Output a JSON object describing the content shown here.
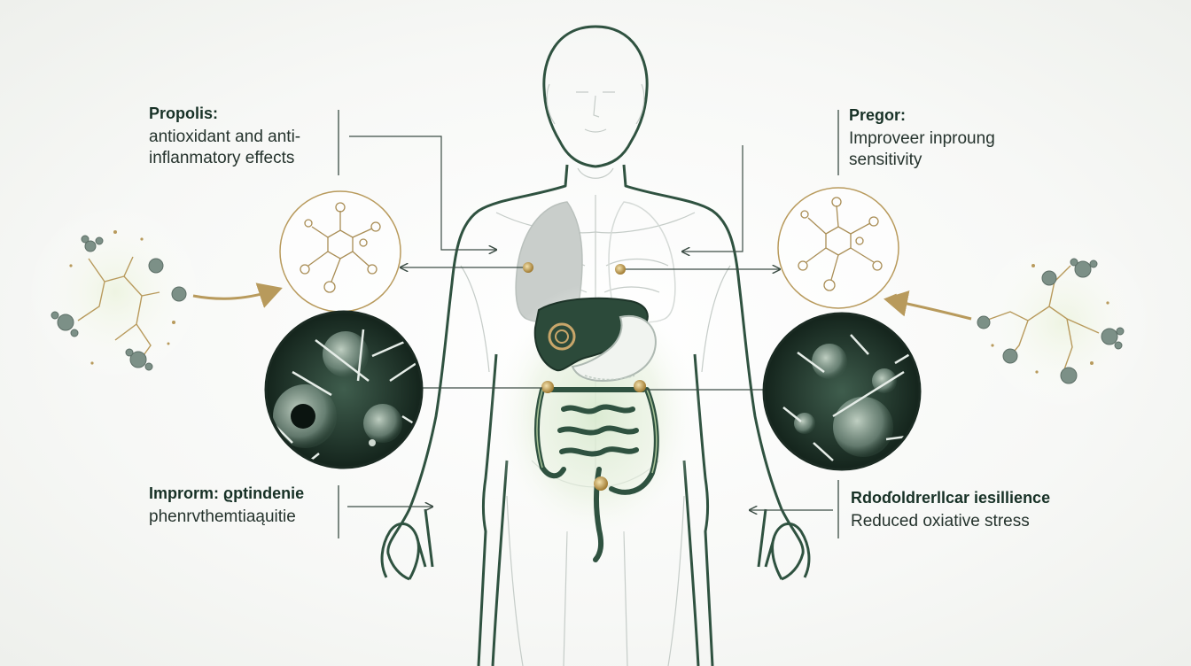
{
  "labels": {
    "top_left": {
      "title": "Propolis:",
      "lines": [
        "antioxidant and anti-",
        "inflanmatory effects"
      ]
    },
    "top_right": {
      "title": "Pregor:",
      "lines": [
        "Improveer inproung",
        "sensitivity"
      ]
    },
    "bottom_left": {
      "title": "Improrm: ϱptindenie",
      "lines": [
        "phenrvthemtiaąuitie"
      ]
    },
    "bottom_right": {
      "title": "Rdoɗoldrerllcar iesillience",
      "lines": [
        "Reduced oxiative stress"
      ]
    }
  },
  "colors": {
    "outline": "#2f5240",
    "organ_dark": "#2c4a3a",
    "accent_gold": "#b89a5c",
    "glow_green": "#cfe3b8",
    "cell_bg": "#1d3128"
  },
  "icons": [
    "molecule-icon",
    "cell-micrograph-icon",
    "liver-icon",
    "stomach-icon",
    "intestine-icon",
    "lung-icon"
  ]
}
